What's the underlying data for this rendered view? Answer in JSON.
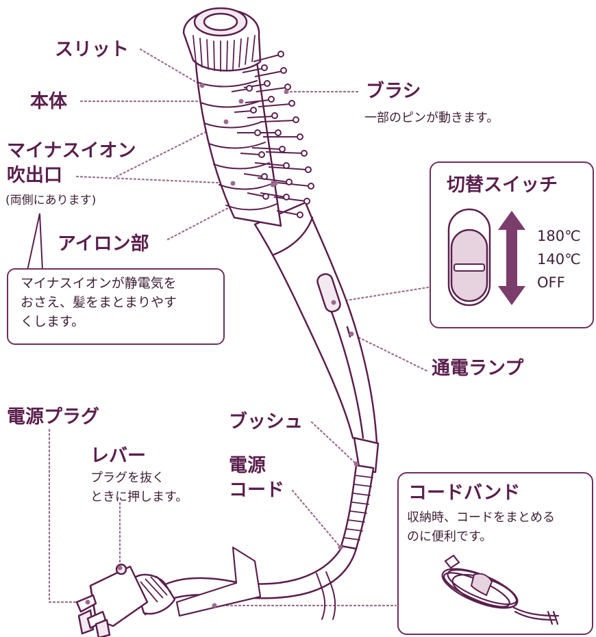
{
  "labels": {
    "slit": "スリット",
    "body": "本体",
    "brush": "ブラシ",
    "brush_note": "一部のピンが動きます。",
    "ion_outlet_line1": "マイナスイオン",
    "ion_outlet_line2": "吹出口",
    "ion_outlet_note": "(両側にあります)",
    "iron": "アイロン部",
    "power_lamp": "通電ランプ",
    "plug": "電源プラグ",
    "lever": "レバー",
    "lever_note_line1": "プラグを抜く",
    "lever_note_line2": "ときに押します。",
    "bush": "ブッシュ",
    "cord_line1": "電源",
    "cord_line2": "コード",
    "cord_band": "コードバンド",
    "cord_band_note_line1": "収納時、コードをまとめる",
    "cord_band_note_line2": "のに便利です。"
  },
  "callout": {
    "line1": "マイナスイオンが静電気を",
    "line2": "おさえ、髪をまとまりやす",
    "line3": "くします。"
  },
  "switch_panel": {
    "title": "切替スイッチ",
    "positions": [
      "180℃",
      "140℃",
      "OFF"
    ]
  },
  "colors": {
    "outline": "#5a1f4d",
    "fill_light": "#f8f2f6",
    "fill_mid": "#e6d3df",
    "dotted": "#9b6a8f",
    "arrow": "#7a3d6c"
  }
}
